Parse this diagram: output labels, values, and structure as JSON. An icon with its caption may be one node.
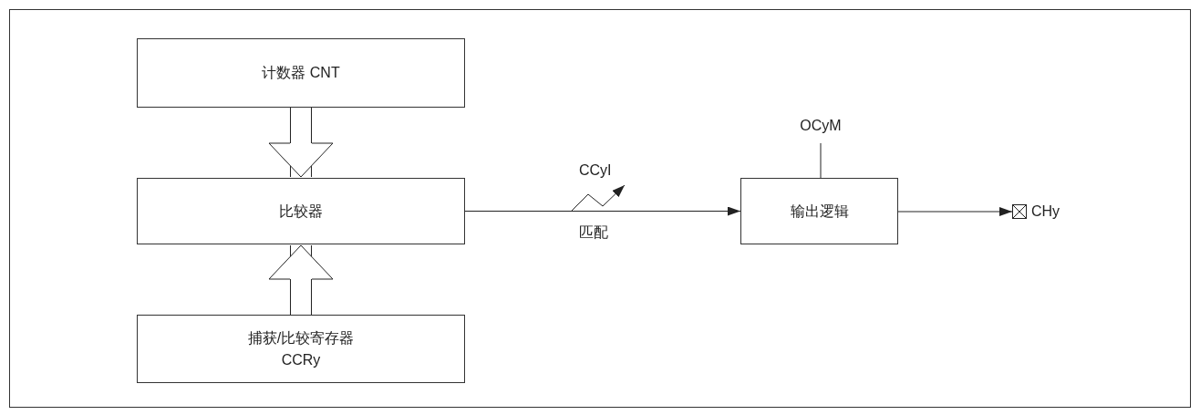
{
  "diagram": {
    "nodes": [
      {
        "text": [
          "计数器 CNT"
        ]
      },
      {
        "text": [
          "比较器"
        ]
      },
      {
        "text": [
          "捕获/比较寄存器 CCRy"
        ]
      },
      {
        "text": [
          "输出逻辑"
        ]
      },
      {
        "text": [
          "OCyM"
        ]
      },
      {
        "text": [],
        "shape": "box",
        "beside": [
          "CHy"
        ]
      }
    ],
    "edges": [
      {
        "from": 0,
        "to": 1,
        "arrow": "to",
        "style": "thick"
      },
      {
        "from": 2,
        "to": 1,
        "arrow": "to",
        "style": "thick"
      },
      {
        "from": 1,
        "to": 3,
        "arrow": "to",
        "label": "匹配"
      },
      {
        "from": 4,
        "to": 3,
        "arrow": "none"
      },
      {
        "from": 3,
        "to": 5,
        "arrow": "to"
      }
    ],
    "labels": [
      "CCyI"
    ]
  }
}
